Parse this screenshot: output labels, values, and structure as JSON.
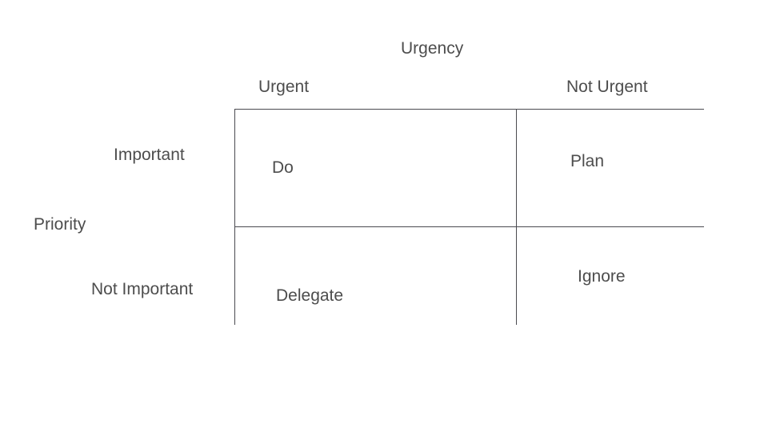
{
  "diagram": {
    "type": "eisenhower-matrix",
    "background_color": "#ffffff",
    "text_color": "#4d4d4d",
    "line_color": "#4a4a50",
    "axes": {
      "horizontal": {
        "title": "Urgency",
        "categories": [
          "Urgent",
          "Not Urgent"
        ]
      },
      "vertical": {
        "title": "Priority",
        "categories": [
          "Important",
          "Not Important"
        ]
      }
    },
    "cells": [
      {
        "id": "do",
        "label": "Do",
        "priority": "Important",
        "urgency": "Urgent"
      },
      {
        "id": "plan",
        "label": "Plan",
        "priority": "Important",
        "urgency": "Not Urgent"
      },
      {
        "id": "delegate",
        "label": "Delegate",
        "priority": "Not Important",
        "urgency": "Urgent"
      },
      {
        "id": "ignore",
        "label": "Ignore",
        "priority": "Not Important",
        "urgency": "Not Urgent"
      }
    ]
  }
}
